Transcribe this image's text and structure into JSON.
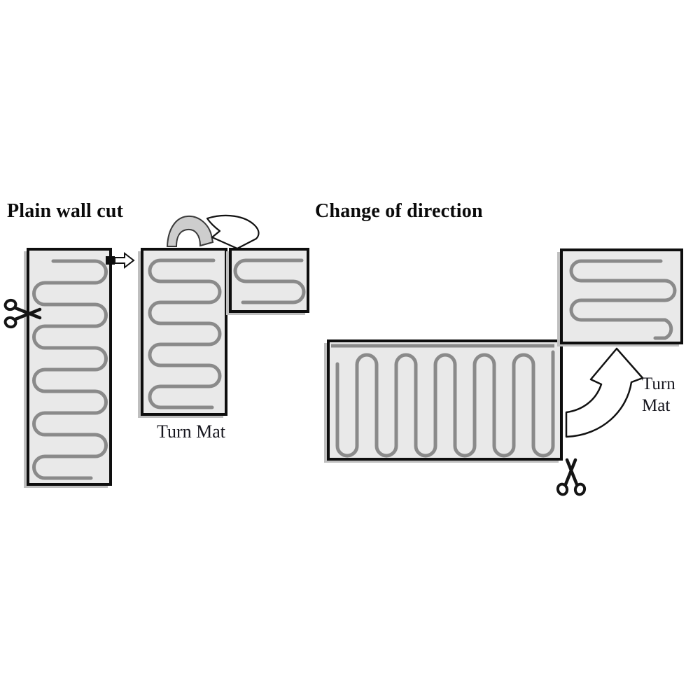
{
  "diagram": {
    "type": "instructional-diagram",
    "subject": "heating mat cutting and turning",
    "sections": [
      {
        "id": "plain-wall-cut",
        "title": "Plain wall cut",
        "turn_label": "Turn Mat",
        "steps": [
          "cut mat backing at wall",
          "flip mat over to continue run"
        ]
      },
      {
        "id": "change-of-direction",
        "title": "Change of direction",
        "turn_label": "Turn Mat",
        "steps": [
          "cut mat backing at corner",
          "turn mat 90 degrees upward"
        ]
      }
    ],
    "icons": {
      "scissors": "scissors-icon",
      "right_arrow": "right-arrow-icon",
      "flip_arrow": "flip-arrow-icon",
      "turn_arrow": "curved-turn-arrow-icon"
    },
    "colors": {
      "bg": "#ffffff",
      "mat_fill": "#e9e9e9",
      "mat_border": "#0e0e0e",
      "cable": "#8a8a8a",
      "shadow": "#bfbfbf",
      "title_ink": "#0a0a0a",
      "label_ink": "#17171f",
      "flip_fill": "#cdcdcd",
      "arrow_fill": "#ffffff",
      "arrow_stroke": "#111111"
    }
  }
}
